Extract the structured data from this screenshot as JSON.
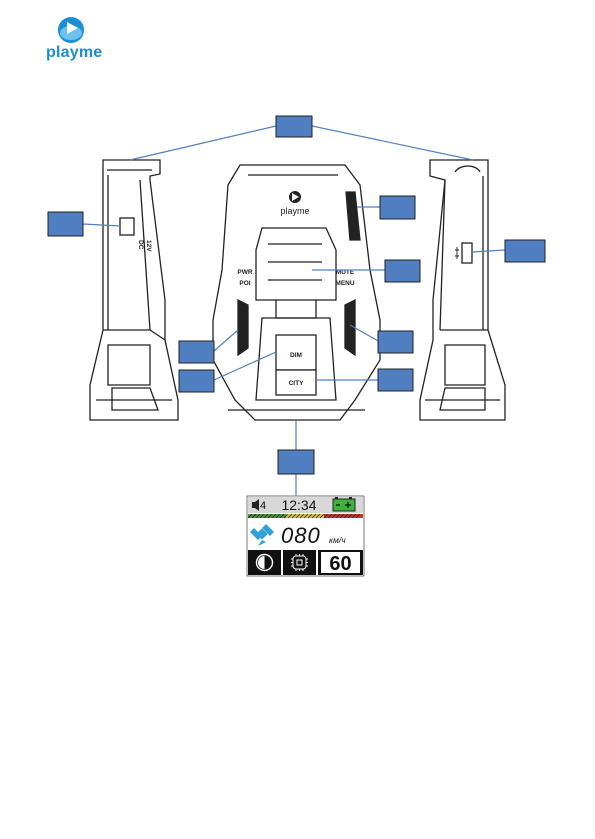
{
  "brand": {
    "logo_text": "playme",
    "logo_color": "#1a8fd6"
  },
  "device": {
    "front_brand": "playme",
    "buttons": {
      "pwr": "PWR",
      "poi": "POI",
      "mute": "MUTE",
      "menu": "MENU",
      "dim": "DIM",
      "city": "CITY"
    },
    "side_left_labels": [
      "DC",
      "12V"
    ]
  },
  "callout_color": "#4f7fc0",
  "display": {
    "volume": "4",
    "time": "12:34",
    "speed": "080",
    "speed_unit": "км/ч",
    "speed_limit": "60",
    "battery_color": "#3cb33c",
    "signal_icon": "satellite-icon",
    "mode_icons": [
      "contrast-icon",
      "cpu-icon"
    ]
  }
}
